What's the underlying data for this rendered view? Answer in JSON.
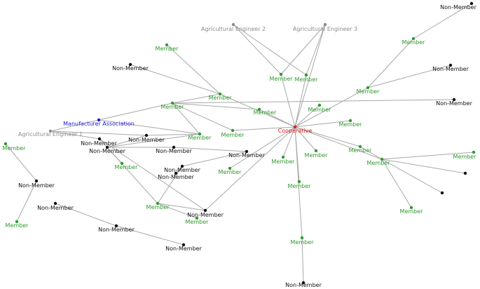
{
  "palette": {
    "member": "#2e9a2e",
    "non_member": "#111111",
    "cooperative": "#e02020",
    "manufacturer": "#1a1ae0",
    "engineer": "#8c8c8c",
    "edge": "#a8a8a8"
  },
  "nodes": [
    {
      "id": "coop",
      "label": "Cooperative",
      "kind": "cooperative"
    },
    {
      "id": "mfr",
      "label": "Manufacturer Association",
      "kind": "manufacturer"
    },
    {
      "id": "ae1",
      "label": "Agricultural Engineer 1",
      "kind": "engineer"
    },
    {
      "id": "ae2",
      "label": "Agricultural Engineer 2",
      "kind": "engineer"
    },
    {
      "id": "ae3",
      "label": "Agricultural Engineer 3",
      "kind": "engineer"
    },
    {
      "id": "nm_tr",
      "label": "Non-Member",
      "kind": "non_member"
    },
    {
      "id": "m_tr",
      "label": "Member",
      "kind": "member"
    },
    {
      "id": "m_tl",
      "label": "Member",
      "kind": "member"
    },
    {
      "id": "nm_a",
      "label": "Non-Member",
      "kind": "non_member"
    },
    {
      "id": "m_e2",
      "label": "Member",
      "kind": "member"
    },
    {
      "id": "m_e3",
      "label": "Member",
      "kind": "member"
    },
    {
      "id": "nm_r1",
      "label": "Non-Member",
      "kind": "non_member"
    },
    {
      "id": "m_hub1",
      "label": "Member",
      "kind": "member"
    },
    {
      "id": "m_c",
      "label": "Member",
      "kind": "member"
    },
    {
      "id": "nm_r2",
      "label": "Non-Member",
      "kind": "non_member"
    },
    {
      "id": "m_hubL",
      "label": "Member",
      "kind": "member"
    },
    {
      "id": "m_c2",
      "label": "Member",
      "kind": "member"
    },
    {
      "id": "m_c3",
      "label": "Member",
      "kind": "member"
    },
    {
      "id": "m_c4",
      "label": "Member",
      "kind": "member"
    },
    {
      "id": "m_c5",
      "label": "Member",
      "kind": "member"
    },
    {
      "id": "m_c6",
      "label": "Member",
      "kind": "member"
    },
    {
      "id": "m_hubR",
      "label": "Member",
      "kind": "member"
    },
    {
      "id": "m_c7",
      "label": "Member",
      "kind": "member"
    },
    {
      "id": "m_c8",
      "label": "Member",
      "kind": "member"
    },
    {
      "id": "m_c9",
      "label": "Member",
      "kind": "member"
    },
    {
      "id": "m_hubB",
      "label": "Member",
      "kind": "member"
    },
    {
      "id": "m_r2",
      "label": "Member",
      "kind": "member"
    },
    {
      "id": "blk1",
      "label": "",
      "kind": "non_member"
    },
    {
      "id": "blk2",
      "label": "",
      "kind": "non_member"
    },
    {
      "id": "m_br",
      "label": "Member",
      "kind": "member"
    },
    {
      "id": "m_c10",
      "label": "Member",
      "kind": "member"
    },
    {
      "id": "m_low",
      "label": "Member",
      "kind": "member"
    },
    {
      "id": "nm_bot",
      "label": "Non-Member",
      "kind": "non_member"
    },
    {
      "id": "m_left",
      "label": "Member",
      "kind": "member"
    },
    {
      "id": "nm_l1",
      "label": "Non-Member",
      "kind": "non_member"
    },
    {
      "id": "m_l2",
      "label": "Member",
      "kind": "member"
    },
    {
      "id": "nm_b1",
      "label": "Non-Member",
      "kind": "non_member"
    },
    {
      "id": "nm_b2",
      "label": "Non-Member",
      "kind": "non_member"
    },
    {
      "id": "nm_b3",
      "label": "Non-Member",
      "kind": "non_member"
    },
    {
      "id": "nm_m1",
      "label": "Non-Member",
      "kind": "non_member"
    },
    {
      "id": "nm_m2",
      "label": "Non-Member",
      "kind": "non_member"
    },
    {
      "id": "nm_m3",
      "label": "Non-Member",
      "kind": "non_member"
    },
    {
      "id": "nm_m4",
      "label": "Non-Member",
      "kind": "non_member"
    },
    {
      "id": "nm_m5",
      "label": "Non-Member",
      "kind": "non_member"
    },
    {
      "id": "nm_m6",
      "label": "Non-Member",
      "kind": "non_member"
    },
    {
      "id": "nm_m7",
      "label": "Non-Member",
      "kind": "non_member"
    },
    {
      "id": "m_g",
      "label": "Member",
      "kind": "member"
    },
    {
      "id": "m_h",
      "label": "Member",
      "kind": "member"
    },
    {
      "id": "nm_x",
      "label": "Non-Member",
      "kind": "non_member"
    },
    {
      "id": "m_i",
      "label": "Member",
      "kind": "member"
    }
  ],
  "edges": [
    [
      "m_tr",
      "nm_tr"
    ],
    [
      "m_tr",
      "m_hub1"
    ],
    [
      "nm_r1",
      "m_hub1"
    ],
    [
      "m_hub1",
      "coop"
    ],
    [
      "ae2",
      "m_e2"
    ],
    [
      "ae2",
      "m_e3"
    ],
    [
      "ae3",
      "m_e2"
    ],
    [
      "ae3",
      "m_e3"
    ],
    [
      "ae3",
      "coop"
    ],
    [
      "m_e2",
      "coop"
    ],
    [
      "m_e3",
      "coop"
    ],
    [
      "m_tl",
      "m_c"
    ],
    [
      "nm_a",
      "m_c"
    ],
    [
      "m_c",
      "m_hubL"
    ],
    [
      "m_c",
      "coop"
    ],
    [
      "m_hubL",
      "mfr"
    ],
    [
      "m_hubL",
      "m_c2"
    ],
    [
      "m_hubL",
      "m_c3"
    ],
    [
      "m_hubL",
      "m_c4"
    ],
    [
      "m_hubL",
      "nm_r2"
    ],
    [
      "m_c3",
      "coop"
    ],
    [
      "m_c4",
      "coop"
    ],
    [
      "m_c5",
      "coop"
    ],
    [
      "m_c6",
      "coop"
    ],
    [
      "mfr",
      "m_c2"
    ],
    [
      "ae1",
      "mfr"
    ],
    [
      "ae1",
      "nm_m1"
    ],
    [
      "ae1",
      "nm_m2"
    ],
    [
      "coop",
      "m_hubR"
    ],
    [
      "coop",
      "m_c7"
    ],
    [
      "coop",
      "m_c8"
    ],
    [
      "coop",
      "m_c9"
    ],
    [
      "coop",
      "m_hubB"
    ],
    [
      "coop",
      "m_c10"
    ],
    [
      "coop",
      "nm_x"
    ],
    [
      "m_hubR",
      "m_hubB"
    ],
    [
      "m_hubB",
      "m_r2"
    ],
    [
      "m_hubB",
      "blk1"
    ],
    [
      "m_hubB",
      "blk2"
    ],
    [
      "m_hubB",
      "m_br"
    ],
    [
      "coop",
      "m_low"
    ],
    [
      "m_low",
      "nm_bot"
    ],
    [
      "m_left",
      "nm_l1"
    ],
    [
      "nm_l1",
      "m_l2"
    ],
    [
      "nm_b1",
      "nm_b2"
    ],
    [
      "nm_b2",
      "nm_b3"
    ],
    [
      "nm_m1",
      "nm_x"
    ],
    [
      "nm_m1",
      "m_h"
    ],
    [
      "nm_m2",
      "nm_m3"
    ],
    [
      "nm_m3",
      "nm_m4"
    ],
    [
      "nm_m4",
      "nm_m5"
    ],
    [
      "nm_m5",
      "nm_m6"
    ],
    [
      "nm_m3",
      "m_g"
    ],
    [
      "nm_m6",
      "nm_m7"
    ],
    [
      "m_h",
      "nm_m6"
    ],
    [
      "m_h",
      "m_i"
    ],
    [
      "nm_x",
      "m_h"
    ],
    [
      "nm_m2",
      "m_c2"
    ],
    [
      "nm_m3",
      "m_c2"
    ]
  ]
}
